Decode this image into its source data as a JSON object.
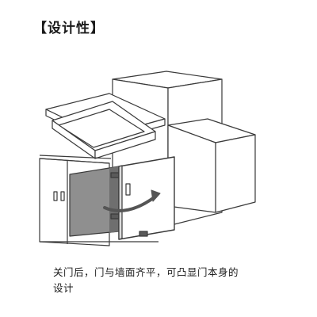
{
  "heading": "【设计性】",
  "caption": {
    "line1": "关门后，门与墙面齐平，可凸显门本身的",
    "line2": "设计"
  }
}
